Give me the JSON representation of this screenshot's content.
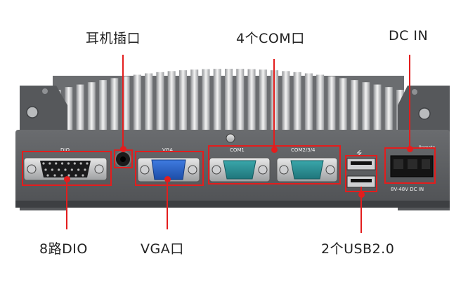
{
  "callouts": {
    "earphone": "耳机插口",
    "com4": "4个COM口",
    "dcin": "DC IN",
    "dio8": "8路DIO",
    "vga": "VGA口",
    "usb2": "2个USB2.0"
  },
  "panel_labels": {
    "dio": "DIO",
    "vga": "VGA",
    "com1": "COM1",
    "com234": "COM2/3/4",
    "remote": "Remote",
    "power_spec": "8V-48V DC IN"
  },
  "colors": {
    "highlight": "#e31d1d",
    "chassis": "#5e6063",
    "vga_port": "#2a64c8",
    "com_port": "#2c8f95"
  },
  "icons": {
    "usb": "usb-icon"
  }
}
